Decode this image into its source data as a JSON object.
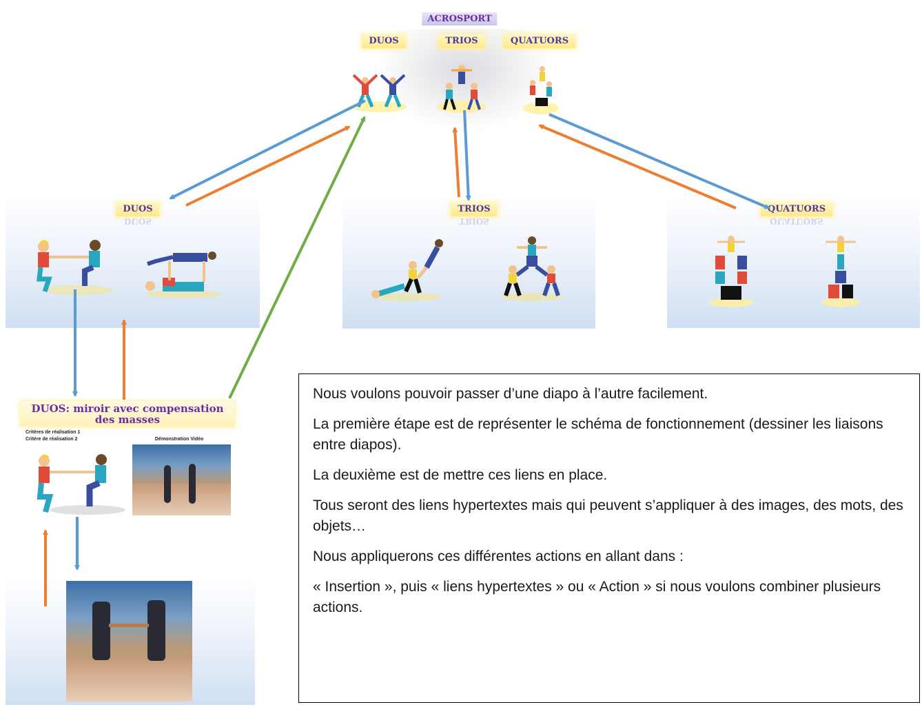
{
  "home_slide": {
    "title": "ACROSPORT",
    "menu": [
      "DUOS",
      "TRIOS",
      "QUATUORS"
    ]
  },
  "duos_slide": {
    "title": "DUOS",
    "reflection": "DUOS"
  },
  "trios_slide": {
    "title": "TRIOS",
    "reflection": "TRIOS"
  },
  "quatuors_slide": {
    "title": "QUATUORS",
    "reflection": "QUATUORS"
  },
  "duos_detail_slide": {
    "title": "DUOS: miroir avec compensation des masses",
    "criteria": [
      "Critères de réalisation 1",
      "Critère de réalisation 2"
    ],
    "video_label": "Démonstration Vidéo"
  },
  "arrow_colors": {
    "forward": "#5b9bd5",
    "back": "#ed7d31",
    "home": "#70ad47"
  },
  "instructions": [
    "Nous voulons pouvoir passer d’une diapo à l’autre facilement.",
    "La première étape est de représenter le schéma de fonctionnement (dessiner les liaisons entre diapos).",
    "La deuxième est de mettre ces liens en place.",
    "Tous seront des liens hypertextes mais qui peuvent s’appliquer à des images, des mots, des objets…",
    "Nous appliquerons ces différentes actions en allant dans :",
    "« Insertion », puis « liens hypertextes » ou « Action » si nous voulons combiner plusieurs actions."
  ]
}
